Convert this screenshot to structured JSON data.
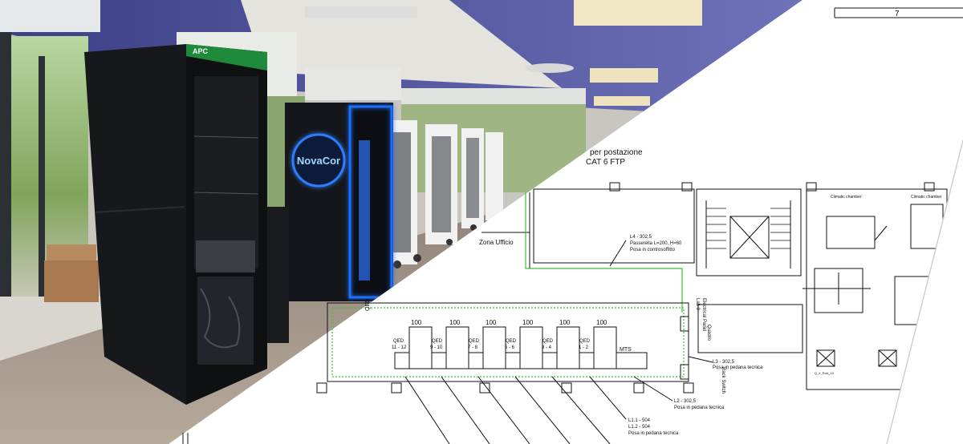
{
  "photo": {
    "rack_brand_label": "APC",
    "neon_logo_text": "NovaCor"
  },
  "drawing": {
    "header_number": "7",
    "title_line1": "per postazione",
    "title_line2": "CAT 6 FTP",
    "zone_label": "Zona Ufficio",
    "tray_label": "L4 - 302,5",
    "tray_spec": "Passerella L=200, H=60",
    "tray_note": "Posa in controsoffitto",
    "climatic_left": "Climatic chamber",
    "climatic_right": "Climatic chamber",
    "electrical_panel": "Electrical Panel",
    "lab_label": "Lab 0",
    "quadro_label": "Quadro",
    "rack_switch_label": "Rack Switch",
    "l3_label": "L3 - 302,5",
    "l3_note": "Posa in pedana tecnica",
    "l2_label": "L2 - 302,5",
    "l2_note": "Posa in pedana tecnica",
    "l1_label1": "L1.1 - 504",
    "l1_label2": "L1.2 - 504",
    "l1_note": "Posa in pedana tecnica",
    "qed_left": "QED",
    "module_width": "100",
    "modules": [
      {
        "top": "QED",
        "bottom": "11 - 12"
      },
      {
        "top": "QED",
        "bottom": "9 - 10"
      },
      {
        "top": "QED",
        "bottom": "7 - 8"
      },
      {
        "top": "QED",
        "bottom": "5 - 6"
      },
      {
        "top": "QED",
        "bottom": "3 - 4"
      },
      {
        "top": "QED",
        "bottom": "1 - 2"
      }
    ],
    "mts_label": "MTS",
    "small_label": "Q_e_Rub_13"
  },
  "colors": {
    "cable_green": "#35c335",
    "neon_blue": "#1e6fff",
    "ceiling": "#5f62a8",
    "floor": "#a89a8c"
  }
}
